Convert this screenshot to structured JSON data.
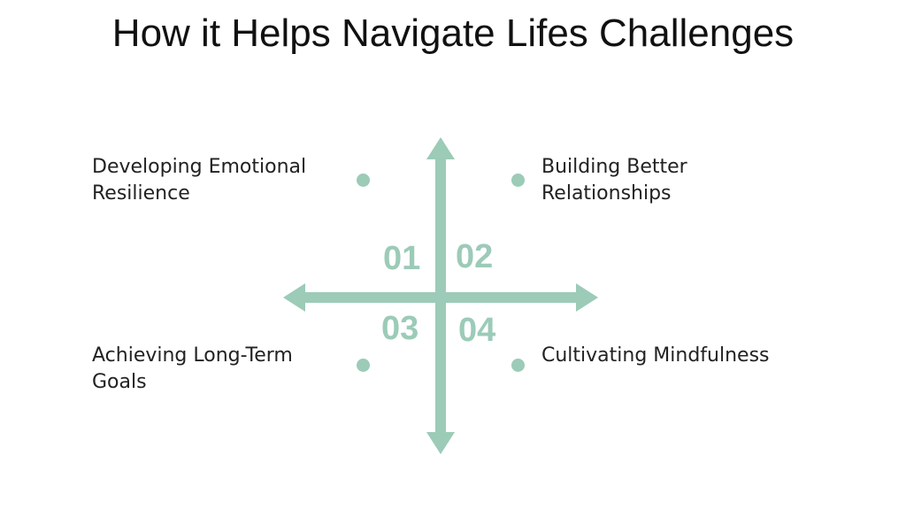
{
  "title": "How it Helps Navigate Lifes Challenges",
  "accent_color": "#9ccbb8",
  "quadrants": [
    {
      "number": "01",
      "label": "Developing Emotional\nResilience"
    },
    {
      "number": "02",
      "label": "Building Better\nRelationships"
    },
    {
      "number": "03",
      "label": "Achieving Long-Term\nGoals"
    },
    {
      "number": "04",
      "label": "Cultivating Mindfulness"
    }
  ]
}
